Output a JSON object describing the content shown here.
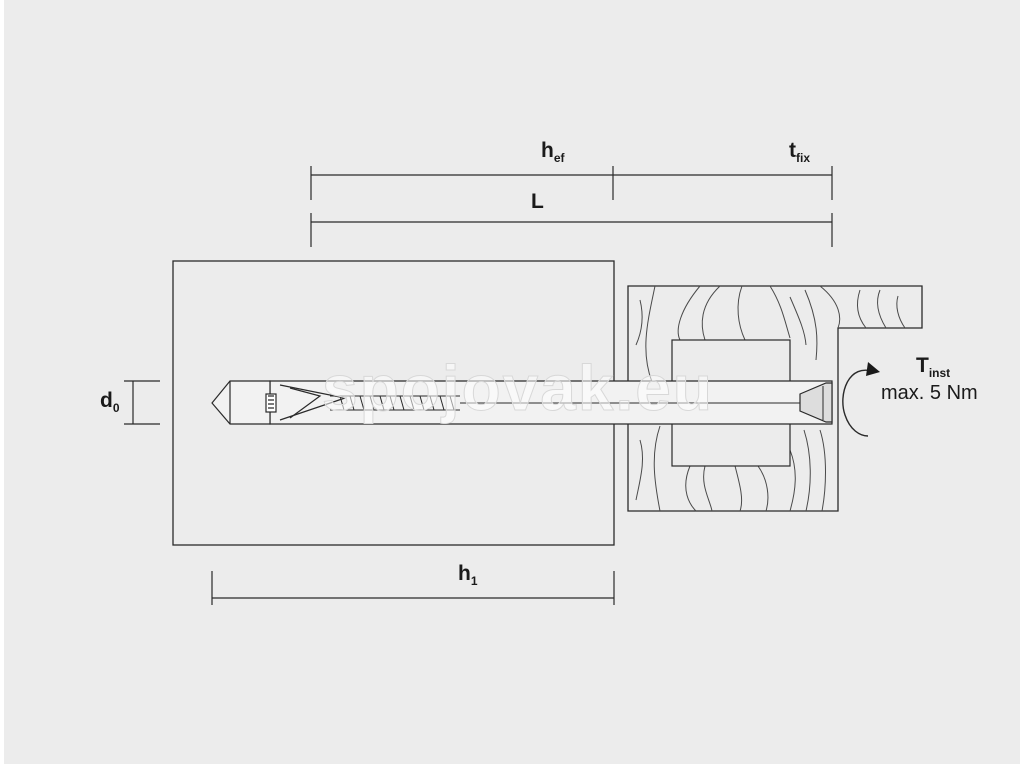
{
  "labels": {
    "h_ef": {
      "main": "h",
      "sub": "ef"
    },
    "t_fix": {
      "main": "t",
      "sub": "fix"
    },
    "L": {
      "main": "L"
    },
    "d_0": {
      "main": "d",
      "sub": "0"
    },
    "h_1": {
      "main": "h",
      "sub": "1"
    },
    "T_inst": {
      "main": "T",
      "sub": "inst"
    }
  },
  "torque_value": "max. 5 Nm",
  "watermark": "spojovak.eu",
  "colors": {
    "page_background": "#ececec",
    "outer_background": "#ffffff",
    "line": "#2a2a2a",
    "text": "#1a1a1a"
  }
}
